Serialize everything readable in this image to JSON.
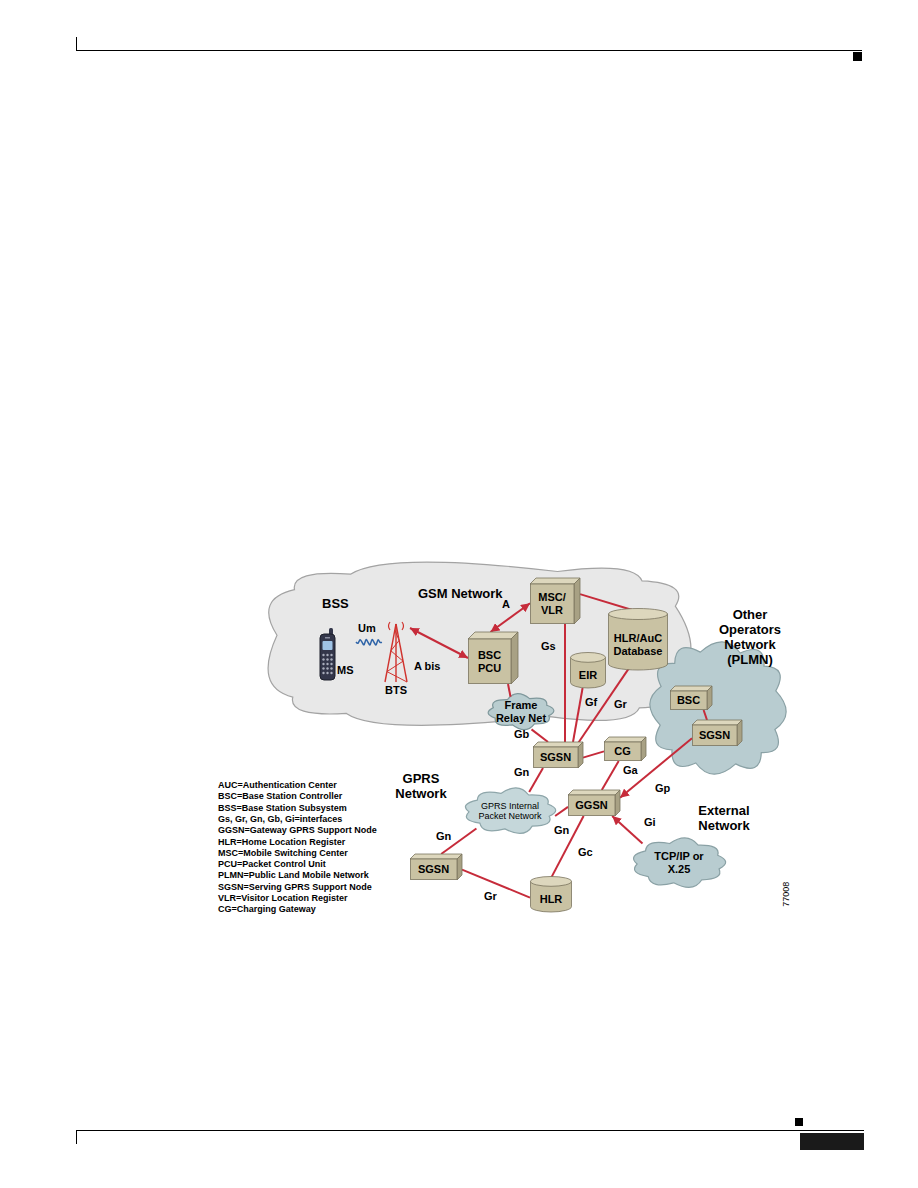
{
  "diagram": {
    "nodes": [
      {
        "text": [
          "BSS",
          "GSM Network"
        ]
      },
      {
        "text": [
          "MS"
        ],
        "in": 0
      },
      {
        "text": [
          "BTS"
        ],
        "in": 0
      },
      {
        "text": [
          "BSC PCU"
        ],
        "in": 0
      },
      {
        "text": [
          "MSC/ VLR"
        ],
        "in": 0
      },
      {
        "text": [
          "EIR"
        ],
        "in": 0
      },
      {
        "text": [
          "HLR/AuC Database"
        ],
        "in": 0
      },
      {
        "text": [
          "Frame Relay Net"
        ],
        "in": 0
      },
      {
        "text": [
          "SGSN"
        ]
      },
      {
        "text": [
          "CG"
        ]
      },
      {
        "text": [
          "GGSN"
        ]
      },
      {
        "text": [
          "GPRS Internal Packet Network"
        ]
      },
      {
        "text": [
          "Other Operators Network (PLMN)"
        ]
      },
      {
        "text": [
          "BSC"
        ],
        "in": 12
      },
      {
        "text": [
          "SGSN"
        ],
        "in": 12
      },
      {
        "text": [
          "External Network",
          "TCP/IP or X.25"
        ]
      },
      {
        "text": [
          "SGSN"
        ]
      },
      {
        "text": [
          "HLR"
        ]
      }
    ],
    "edges": [
      {
        "from": 1,
        "to": 2,
        "label": "Um",
        "arrow": "none"
      },
      {
        "from": 2,
        "to": 3,
        "label": "A bis",
        "arrow": "both"
      },
      {
        "from": 3,
        "to": 4,
        "label": "A",
        "arrow": "both"
      },
      {
        "from": 4,
        "to": 6,
        "arrow": "none"
      },
      {
        "from": 4,
        "to": 8,
        "label": "Gs",
        "arrow": "none"
      },
      {
        "from": 5,
        "to": 8,
        "label": "Gf",
        "arrow": "none"
      },
      {
        "from": 6,
        "to": 8,
        "label": "Gr",
        "arrow": "none"
      },
      {
        "from": 3,
        "to": 7,
        "arrow": "none"
      },
      {
        "from": 7,
        "to": 8,
        "label": "Gb",
        "arrow": "none"
      },
      {
        "from": 8,
        "to": 9,
        "arrow": "none"
      },
      {
        "from": 8,
        "to": 11,
        "label": "Gn",
        "arrow": "none"
      },
      {
        "from": 11,
        "to": 10,
        "label": "Gn",
        "arrow": "none"
      },
      {
        "from": 9,
        "to": 10,
        "label": "Ga",
        "arrow": "none"
      },
      {
        "from": 14,
        "to": 10,
        "label": "Gp",
        "arrow": "to"
      },
      {
        "from": 15,
        "to": 10,
        "label": "Gi",
        "arrow": "to"
      },
      {
        "from": 11,
        "to": 16,
        "label": "Gn",
        "arrow": "none"
      },
      {
        "from": 10,
        "to": 17,
        "label": "Gc",
        "arrow": "none"
      },
      {
        "from": 16,
        "to": 17,
        "label": "Gr",
        "arrow": "none"
      },
      {
        "from": 13,
        "to": 14,
        "arrow": "none"
      }
    ],
    "labels": [
      "GPRS Network",
      "AUC=Authentication Center",
      "BSC=Base Station Controller",
      "BSS=Base Station Subsystem",
      "Gs, Gr, Gn, Gb, Gi=interfaces",
      "GGSN=Gateway GPRS Support Node",
      "HLR=Home Location Register",
      "MSC=Mobile Switching Center",
      "PCU=Packet Control Unit",
      "PLMN=Public Land Mobile Network",
      "SGSN=Serving GPRS Support Node",
      "VLR=Visitor Location Register",
      "CG=Charging Gateway",
      "77008"
    ]
  }
}
